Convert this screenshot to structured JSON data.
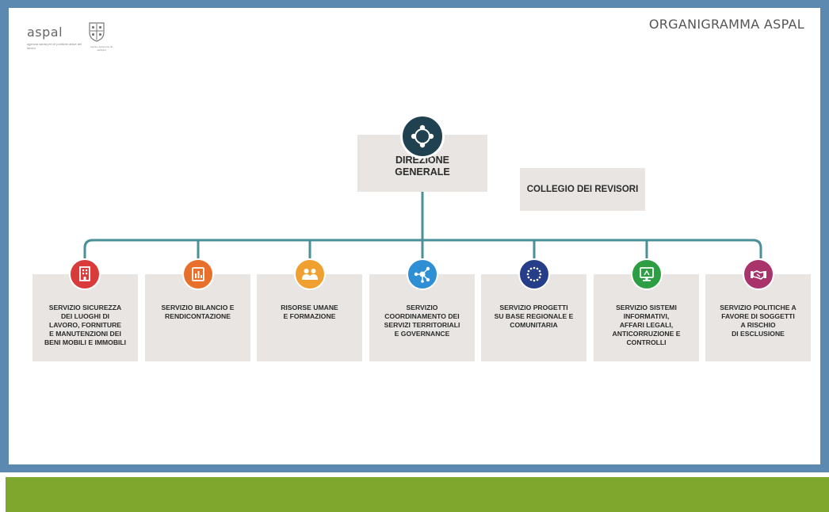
{
  "header": {
    "logo_text": "aspal",
    "logo_subtitle": "agenzia sarda per le politiche attive del lavoro",
    "seal_subtitle": "regione autonoma de sardigna",
    "title": "ORGANIGRAMMA ASPAL"
  },
  "top": {
    "direzione": "DIREZIONE\nGENERALE",
    "revisori": "COLLEGIO DEI REVISORI"
  },
  "services": [
    {
      "label": "SERVIZIO SICUREZZA\nDEI LUOGHI DI\nLAVORO, FORNITURE\nE MANUTENZIONI DEI\nBENI MOBILI E IMMOBILI",
      "icon": "building-icon",
      "color": "#d93a3a"
    },
    {
      "label": "SERVIZIO BILANCIO E\nRENDICONTAZIONE",
      "icon": "bar-chart-icon",
      "color": "#e8702a"
    },
    {
      "label": "RISORSE UMANE\nE FORMAZIONE",
      "icon": "people-icon",
      "color": "#f0a030"
    },
    {
      "label": "SERVIZIO\nCOORDINAMENTO DEI\nSERVIZI TERRITORIALI\nE GOVERNANCE",
      "icon": "network-icon",
      "color": "#2f8fd4"
    },
    {
      "label": "SERVIZIO PROGETTI\nSU BASE REGIONALE E\nCOMUNITARIA",
      "icon": "eu-stars-icon",
      "color": "#263d8a"
    },
    {
      "label": "SERVIZIO SISTEMI\nINFORMATIVI,\nAFFARI LEGALI,\nANTICORRUZIONE E\nCONTROLLI",
      "icon": "monitor-icon",
      "color": "#2e9e44"
    },
    {
      "label": "SERVIZIO POLITICHE A\nFAVORE DI SOGGETTI\nA RISCHIO\nDI ESCLUSIONE",
      "icon": "handshake-icon",
      "color": "#a8346b"
    }
  ],
  "colors": {
    "frame": "#5b89b0",
    "connector": "#4a8f9a",
    "box_bg": "#e8e5e2",
    "direzione_icon": "#1f4150",
    "footer": "#7fa62d"
  }
}
